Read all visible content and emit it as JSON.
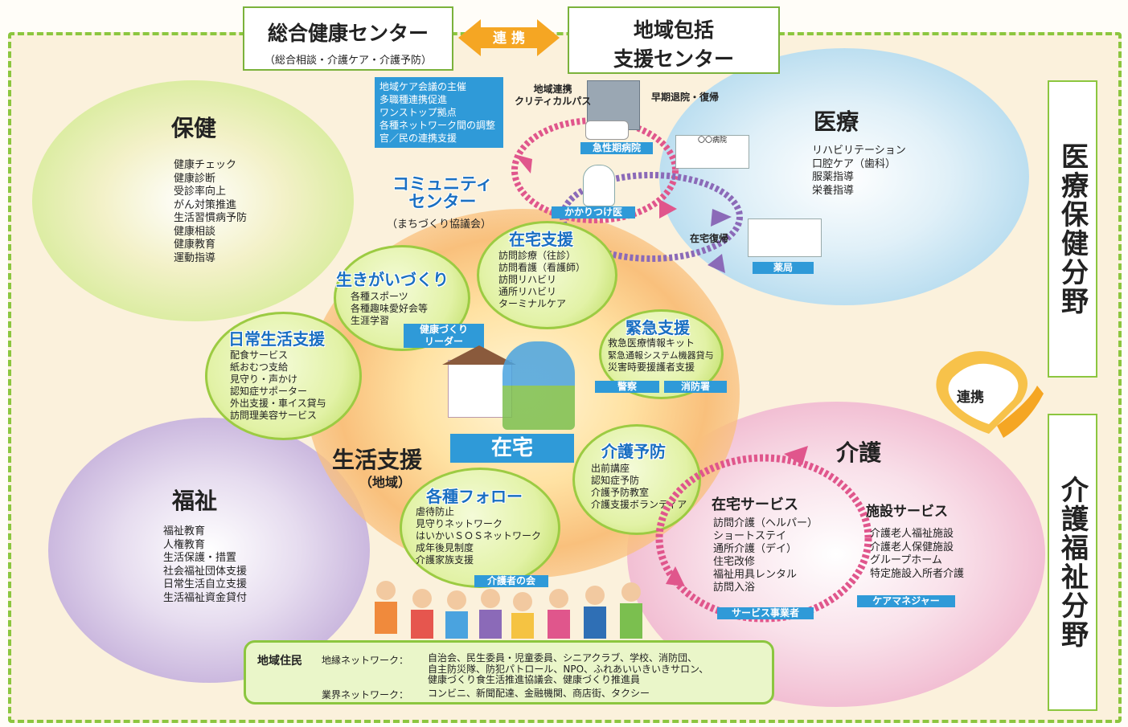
{
  "top": {
    "health_center_title": "総合健康センター",
    "health_center_sub": "（総合相談・介護ケア・介護予防）",
    "link_label": "連 携",
    "support_center_line1": "地域包括",
    "support_center_line2": "支援センター"
  },
  "info_box": [
    "地域ケア会議の主催",
    "多職種連携促進",
    "ワンストップ拠点",
    "各種ネットワーク間の調整",
    "官／民の連携支援"
  ],
  "right_panels": {
    "medical_field": "医療保健分野",
    "care_field": "介護福祉分野",
    "link_label": "連携"
  },
  "hoken": {
    "title": "保健",
    "items": [
      "健康チェック",
      "健康診断",
      "受診率向上",
      "がん対策推進",
      "生活習慣病予防",
      "健康相談",
      "健康教育",
      "運動指導"
    ]
  },
  "iryo": {
    "title": "医療",
    "items": [
      "リハビリテーション",
      "口腔ケア（歯科）",
      "服薬指導",
      "栄養指導"
    ]
  },
  "fukushi": {
    "title": "福祉",
    "items": [
      "福祉教育",
      "人権教育",
      "生活保護・措置",
      "社会福祉団体支援",
      "日常生活自立支援",
      "生活福祉資金貸付"
    ]
  },
  "kaigo": {
    "title": "介護",
    "home_title": "在宅サービス",
    "home_items": [
      "訪問介護（ヘルパー）",
      "ショートステイ",
      "通所介護（デイ）",
      "住宅改修",
      "福祉用具レンタル",
      "訪問入浴"
    ],
    "facility_title": "施設サービス",
    "facility_items": [
      "介護老人福祉施設",
      "介護老人保健施設",
      "グループホーム",
      "特定施設入所者介護"
    ],
    "tag_provider": "サービス事業者",
    "tag_manager": "ケアマネジャー"
  },
  "hospital": {
    "pathway": "地域連携\nクリティカルパス",
    "discharge": "早期退院・復帰",
    "acute": "急性期病院",
    "sign": "〇〇病院",
    "gp": "かかりつけ医",
    "home_return": "在宅復帰",
    "pharmacy": "薬局"
  },
  "community": {
    "title_line1": "コミュニティ",
    "title_line2": "センター",
    "sub": "（まちづくり協議会）"
  },
  "zaitaku_shien": {
    "title": "在宅支援",
    "items": [
      "訪問診療（往診）",
      "訪問看護（看護師）",
      "訪問リハビリ",
      "通所リハビリ",
      "ターミナルケア"
    ]
  },
  "ikigai": {
    "title": "生きがいづくり",
    "items": [
      "各種スポーツ",
      "各種趣味愛好会等",
      "生涯学習"
    ],
    "tag": "健康づくり\nリーダー"
  },
  "nichijo": {
    "title": "日常生活支援",
    "items": [
      "配食サービス",
      "紙おむつ支給",
      "見守り・声かけ",
      "認知症サポーター",
      "外出支援・車イス貸与",
      "訪問理美容サービス"
    ]
  },
  "kinkyu": {
    "title": "緊急支援",
    "items": [
      "救急医療情報キット",
      "緊急通報システム機器貸与",
      "災害時要援護者支援"
    ],
    "tag_police": "警察",
    "tag_fire": "消防署"
  },
  "center": {
    "home": "在宅",
    "living_line1": "生活支援",
    "living_line2": "（地域）"
  },
  "kaigo_yobo": {
    "title": "介護予防",
    "items": [
      "出前講座",
      "認知症予防",
      "介護予防教室",
      "介護支援ボランティア"
    ]
  },
  "follow": {
    "title": "各種フォロー",
    "items": [
      "虐待防止",
      "見守りネットワーク",
      "はいかいＳＯＳネットワーク",
      "成年後見制度",
      "介護家族支援"
    ],
    "tag": "介護者の会"
  },
  "bottom": {
    "label": "地域住民",
    "network1_label": "地縁ネットワーク：",
    "network1_text": "自治会、民生委員・児童委員、シニアクラブ、学校、消防団、\n自主防災隊、防犯パトロール、NPO、ふれあいいきいきサロン、\n健康づくり食生活推進協議会、健康づくり推進員",
    "network2_label": "業界ネットワーク：",
    "network2_text": "コンビニ、新聞配達、金融機関、商店街、タクシー"
  },
  "colors": {
    "frame": "#8cc63f",
    "blue": "#1a6fc2",
    "tag": "#2f9ad8",
    "pink": "#e0568c",
    "purple": "#8b6ab8",
    "orange": "#f5a623"
  }
}
